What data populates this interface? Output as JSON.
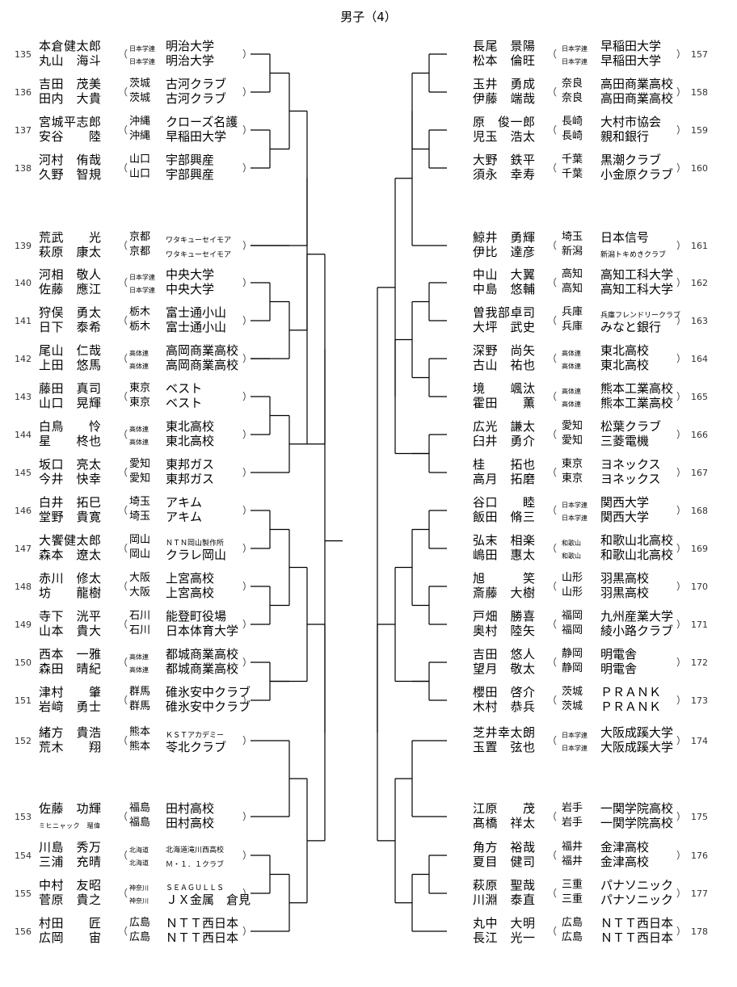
{
  "title": "男子（4）",
  "left": [
    {
      "no": "135",
      "p1": "本倉健太郎",
      "p2": "丸山　海斗",
      "pref1": "日本学連",
      "pref2": "日本学連",
      "club1": "明治大学",
      "club2": "明治大学"
    },
    {
      "no": "136",
      "p1": "吉田　茂美",
      "p2": "田内　大貴",
      "pref1": "茨城",
      "pref2": "茨城",
      "club1": "古河クラブ",
      "club2": "古河クラブ"
    },
    {
      "no": "137",
      "p1": "宮城平志郎",
      "p2": "安谷　　陸",
      "pref1": "沖縄",
      "pref2": "沖縄",
      "club1": "クローズ名護",
      "club2": "早稲田大学"
    },
    {
      "no": "138",
      "p1": "河村　侑哉",
      "p2": "久野　智規",
      "pref1": "山口",
      "pref2": "山口",
      "club1": "宇部興産",
      "club2": "宇部興産"
    },
    {
      "no": "139",
      "p1": "荒武　　光",
      "p2": "萩原　康太",
      "pref1": "京都",
      "pref2": "京都",
      "club1": "ワタキューセイモア",
      "club2": "ワタキューセイモア"
    },
    {
      "no": "140",
      "p1": "河相　敬人",
      "p2": "佐藤　應江",
      "pref1": "日本学連",
      "pref2": "日本学連",
      "club1": "中央大学",
      "club2": "中央大学"
    },
    {
      "no": "141",
      "p1": "狩俣　勇太",
      "p2": "日下　泰希",
      "pref1": "栃木",
      "pref2": "栃木",
      "club1": "富士通小山",
      "club2": "富士通小山"
    },
    {
      "no": "142",
      "p1": "尾山　仁哉",
      "p2": "上田　悠馬",
      "pref1": "高体連",
      "pref2": "高体連",
      "club1": "高岡商業高校",
      "club2": "高岡商業高校"
    },
    {
      "no": "143",
      "p1": "藤田　真司",
      "p2": "山口　晃輝",
      "pref1": "東京",
      "pref2": "東京",
      "club1": "ベスト",
      "club2": "ベスト"
    },
    {
      "no": "144",
      "p1": "白鳥　　怜",
      "p2": "星　　柊也",
      "pref1": "高体連",
      "pref2": "高体連",
      "club1": "東北高校",
      "club2": "東北高校"
    },
    {
      "no": "145",
      "p1": "坂口　亮太",
      "p2": "今井　快幸",
      "pref1": "愛知",
      "pref2": "愛知",
      "club1": "東邦ガス",
      "club2": "東邦ガス"
    },
    {
      "no": "146",
      "p1": "白井　拓巳",
      "p2": "堂野　貴寛",
      "pref1": "埼玉",
      "pref2": "埼玉",
      "club1": "アキム",
      "club2": "アキム"
    },
    {
      "no": "147",
      "p1": "大饗健太郎",
      "p2": "森本　遼太",
      "pref1": "岡山",
      "pref2": "岡山",
      "club1": "ＮＴＮ岡山製作所",
      "club2": "クラレ岡山"
    },
    {
      "no": "148",
      "p1": "赤川　修太",
      "p2": "坊　　龍樹",
      "pref1": "大阪",
      "pref2": "大阪",
      "club1": "上宮高校",
      "club2": "上宮高校"
    },
    {
      "no": "149",
      "p1": "寺下　洸平",
      "p2": "山本　貴大",
      "pref1": "石川",
      "pref2": "石川",
      "club1": "能登町役場",
      "club2": "日本体育大学"
    },
    {
      "no": "150",
      "p1": "西本　一雅",
      "p2": "森田　晴紀",
      "pref1": "高体連",
      "pref2": "高体連",
      "club1": "都城商業高校",
      "club2": "都城商業高校"
    },
    {
      "no": "151",
      "p1": "津村　　肇",
      "p2": "岩﨑　勇士",
      "pref1": "群馬",
      "pref2": "群馬",
      "club1": "碓氷安中クラブ",
      "club2": "碓氷安中クラブ"
    },
    {
      "no": "152",
      "p1": "緒方　貴浩",
      "p2": "荒木　　翔",
      "pref1": "熊本",
      "pref2": "熊本",
      "club1": "ＫＳＴアカデミー",
      "club2": "苓北クラブ"
    },
    {
      "no": "153",
      "p1": "佐藤　功輝",
      "p2": "ミヒニャック　瑠偉",
      "pref1": "福島",
      "pref2": "福島",
      "club1": "田村高校",
      "club2": "田村高校"
    },
    {
      "no": "154",
      "p1": "川島　秀万",
      "p2": "三浦　充晴",
      "pref1": "北海道",
      "pref2": "北海道",
      "club1": "北海道滝川西高校",
      "club2": "Ｍ・１．１クラブ"
    },
    {
      "no": "155",
      "p1": "中村　友昭",
      "p2": "菅原　貴之",
      "pref1": "神奈川",
      "pref2": "神奈川",
      "club1": "ＳＥＡＧＵＬＬＳ",
      "club2": "ＪＸ金属　倉見"
    },
    {
      "no": "156",
      "p1": "村田　　匠",
      "p2": "広岡　　宙",
      "pref1": "広島",
      "pref2": "広島",
      "club1": "ＮＴＴ西日本",
      "club2": "ＮＴＴ西日本"
    }
  ],
  "right": [
    {
      "no": "157",
      "p1": "長尾　景陽",
      "p2": "松本　倫旺",
      "pref1": "日本学連",
      "pref2": "日本学連",
      "club1": "早稲田大学",
      "club2": "早稲田大学"
    },
    {
      "no": "158",
      "p1": "玉井　勇成",
      "p2": "伊藤　端哉",
      "pref1": "奈良",
      "pref2": "奈良",
      "club1": "高田商業高校",
      "club2": "高田商業高校"
    },
    {
      "no": "159",
      "p1": "原　俊一郎",
      "p2": "児玉　浩太",
      "pref1": "長崎",
      "pref2": "長崎",
      "club1": "大村市協会",
      "club2": "親和銀行"
    },
    {
      "no": "160",
      "p1": "大野　鉄平",
      "p2": "須永　幸寿",
      "pref1": "千葉",
      "pref2": "千葉",
      "club1": "黒潮クラブ",
      "club2": "小金原クラブ"
    },
    {
      "no": "161",
      "p1": "鯨井　勇輝",
      "p2": "伊比　達彦",
      "pref1": "埼玉",
      "pref2": "新潟",
      "club1": "日本信号",
      "club2": "新潟トキめきクラブ"
    },
    {
      "no": "162",
      "p1": "中山　大翼",
      "p2": "中島　悠輔",
      "pref1": "高知",
      "pref2": "高知",
      "club1": "高知工科大学",
      "club2": "高知工科大学"
    },
    {
      "no": "163",
      "p1": "曽我部卓司",
      "p2": "大坪　武史",
      "pref1": "兵庫",
      "pref2": "兵庫",
      "club1": "兵庫フレンドリークラブ",
      "club2": "みなと銀行"
    },
    {
      "no": "164",
      "p1": "深野　尚矢",
      "p2": "古山　祐也",
      "pref1": "高体連",
      "pref2": "高体連",
      "club1": "東北高校",
      "club2": "東北高校"
    },
    {
      "no": "165",
      "p1": "境　　颯汰",
      "p2": "霍田　　薫",
      "pref1": "高体連",
      "pref2": "高体連",
      "club1": "熊本工業高校",
      "club2": "熊本工業高校"
    },
    {
      "no": "166",
      "p1": "広光　謙太",
      "p2": "臼井　勇介",
      "pref1": "愛知",
      "pref2": "愛知",
      "club1": "松葉クラブ",
      "club2": "三菱電機"
    },
    {
      "no": "167",
      "p1": "桂　　拓也",
      "p2": "高月　拓磨",
      "pref1": "東京",
      "pref2": "東京",
      "club1": "ヨネックス",
      "club2": "ヨネックス"
    },
    {
      "no": "168",
      "p1": "谷口　　睦",
      "p2": "飯田　脩三",
      "pref1": "日本学連",
      "pref2": "日本学連",
      "club1": "関西大学",
      "club2": "関西大学"
    },
    {
      "no": "169",
      "p1": "弘末　相楽",
      "p2": "嶋田　惠太",
      "pref1": "和歌山",
      "pref2": "和歌山",
      "club1": "和歌山北高校",
      "club2": "和歌山北高校"
    },
    {
      "no": "170",
      "p1": "旭　　　笑",
      "p2": "斎藤　大樹",
      "pref1": "山形",
      "pref2": "山形",
      "club1": "羽黒高校",
      "club2": "羽黒高校"
    },
    {
      "no": "171",
      "p1": "戸畑　勝喜",
      "p2": "奥村　陸矢",
      "pref1": "福岡",
      "pref2": "福岡",
      "club1": "九州産業大学",
      "club2": "綾小路クラブ"
    },
    {
      "no": "172",
      "p1": "吉田　悠人",
      "p2": "望月　敬太",
      "pref1": "静岡",
      "pref2": "静岡",
      "club1": "明電舎",
      "club2": "明電舎"
    },
    {
      "no": "173",
      "p1": "櫻田　啓介",
      "p2": "木村　恭兵",
      "pref1": "茨城",
      "pref2": "茨城",
      "club1": "ＰＲＡＮＫ",
      "club2": "ＰＲＡＮＫ"
    },
    {
      "no": "174",
      "p1": "芝井幸太朗",
      "p2": "玉置　弦也",
      "pref1": "日本学連",
      "pref2": "日本学連",
      "club1": "大阪成蹊大学",
      "club2": "大阪成蹊大学"
    },
    {
      "no": "175",
      "p1": "江原　　茂",
      "p2": "髙橋　祥太",
      "pref1": "岩手",
      "pref2": "岩手",
      "club1": "一関学院高校",
      "club2": "一関学院高校"
    },
    {
      "no": "176",
      "p1": "角方　裕哉",
      "p2": "夏目　健司",
      "pref1": "福井",
      "pref2": "福井",
      "club1": "金津高校",
      "club2": "金津高校"
    },
    {
      "no": "177",
      "p1": "萩原　聖哉",
      "p2": "川淵　泰直",
      "pref1": "三重",
      "pref2": "三重",
      "club1": "パナソニック",
      "club2": "パナソニック"
    },
    {
      "no": "178",
      "p1": "丸中　大明",
      "p2": "長江　光一",
      "pref1": "広島",
      "pref2": "広島",
      "club1": "ＮＴＴ西日本",
      "club2": "ＮＴＴ西日本"
    }
  ]
}
